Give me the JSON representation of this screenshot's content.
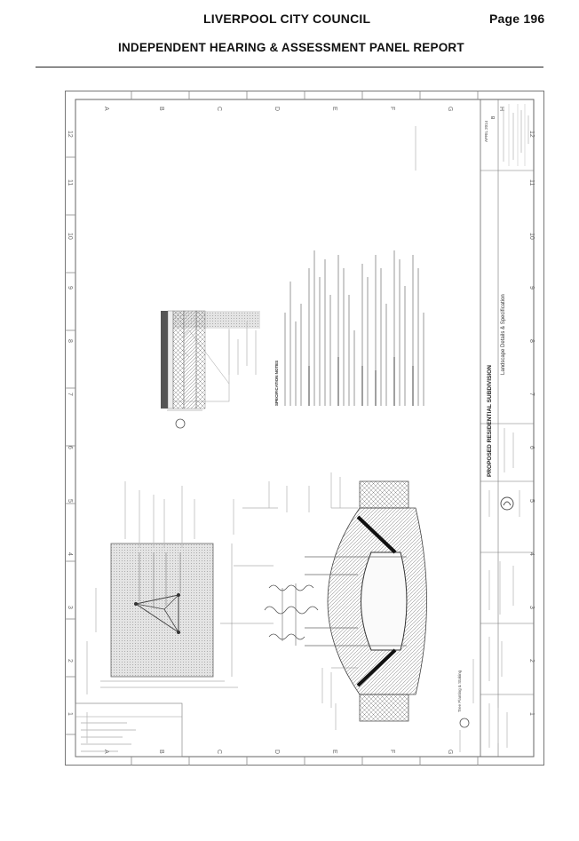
{
  "header": {
    "organisation": "LIVERPOOL CITY COUNCIL",
    "page": "Page 196",
    "subtitle": "INDEPENDENT HEARING & ASSESSMENT PANEL REPORT"
  },
  "drawing": {
    "project_title": "PROPOSED RESIDENTIAL SUBDIVISION",
    "sheet_title": "Landscape Details & Specification",
    "spec_heading": "SPECIFICATION NOTES",
    "detail_label": "Tree Planting & Staking",
    "date": "APRIL 2014",
    "rev": "B",
    "grid_letters": [
      "A",
      "B",
      "C",
      "D",
      "E",
      "F",
      "G",
      "H"
    ],
    "grid_numbers": [
      "1",
      "2",
      "3",
      "4",
      "5",
      "6",
      "7",
      "8",
      "9",
      "10",
      "11",
      "12"
    ]
  }
}
